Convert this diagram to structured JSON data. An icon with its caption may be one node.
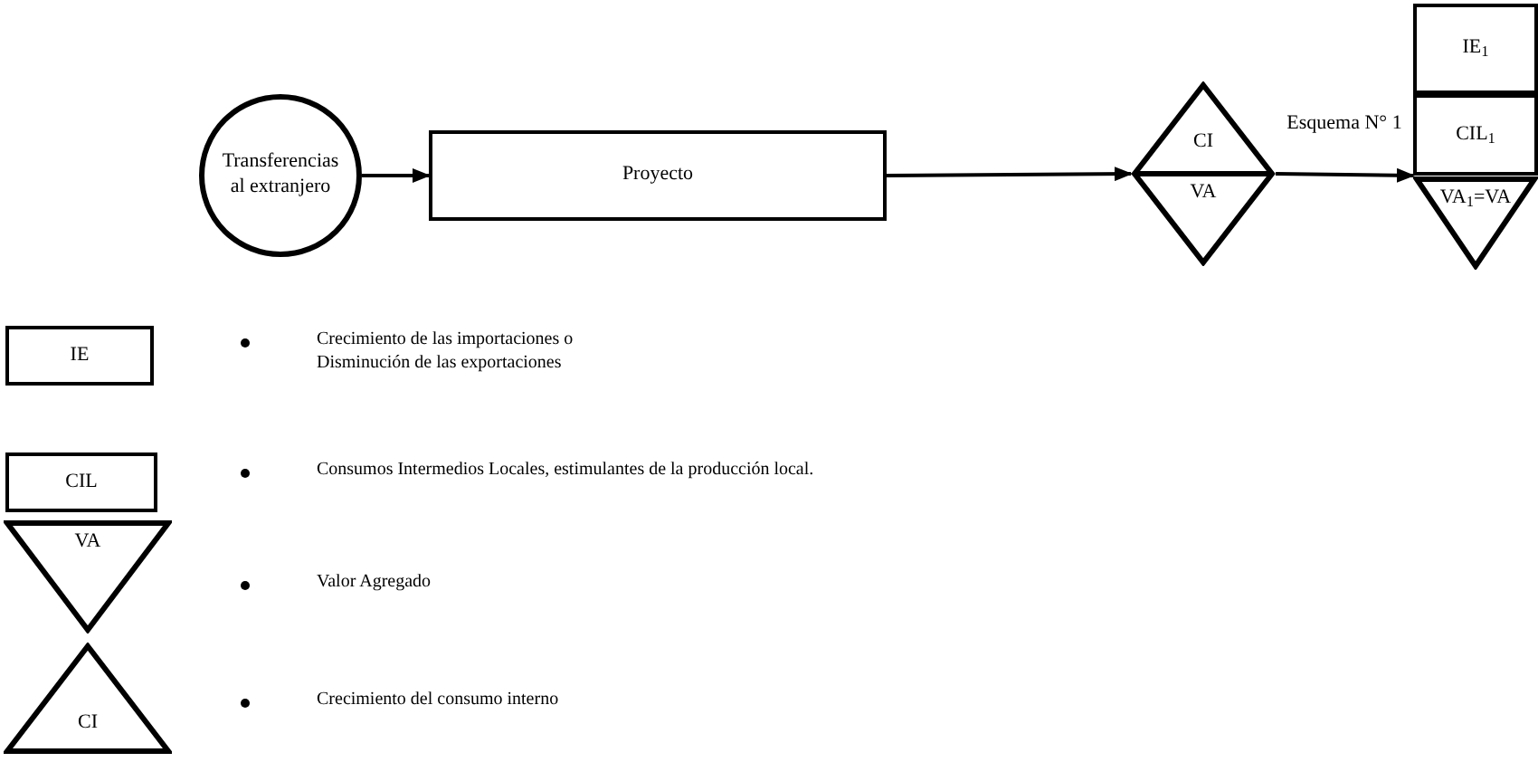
{
  "diagram": {
    "nodes": [
      {
        "text": [
          "Transferencias al extranjero"
        ]
      },
      {
        "text": [
          "Proyecto"
        ]
      },
      {
        "text": [
          "CI",
          "VA"
        ]
      },
      {
        "text": [
          "IE$_{1}$"
        ]
      },
      {
        "text": [
          "CIL$_{1}$"
        ]
      },
      {
        "text": [
          "VA$_{1}$=VA"
        ]
      },
      {
        "text": [
          "IE"
        ]
      },
      {
        "text": [
          "CIL"
        ]
      },
      {
        "text": [
          "VA"
        ]
      },
      {
        "text": [
          "CI"
        ]
      }
    ],
    "edges": [
      {
        "from": 0,
        "to": 1,
        "arrow": "to"
      },
      {
        "from": 1,
        "to": 2,
        "arrow": "to"
      },
      {
        "from": 2,
        "to": 5,
        "arrow": "to",
        "label": "Esquema N° 1"
      }
    ],
    "labels": [
      "Crecimiento de las importaciones o Disminución de las exportaciones",
      "Consumos Intermedios Locales, estimulantes de la producción local.",
      "Valor Agregado",
      "Crecimiento del consumo interno"
    ]
  }
}
